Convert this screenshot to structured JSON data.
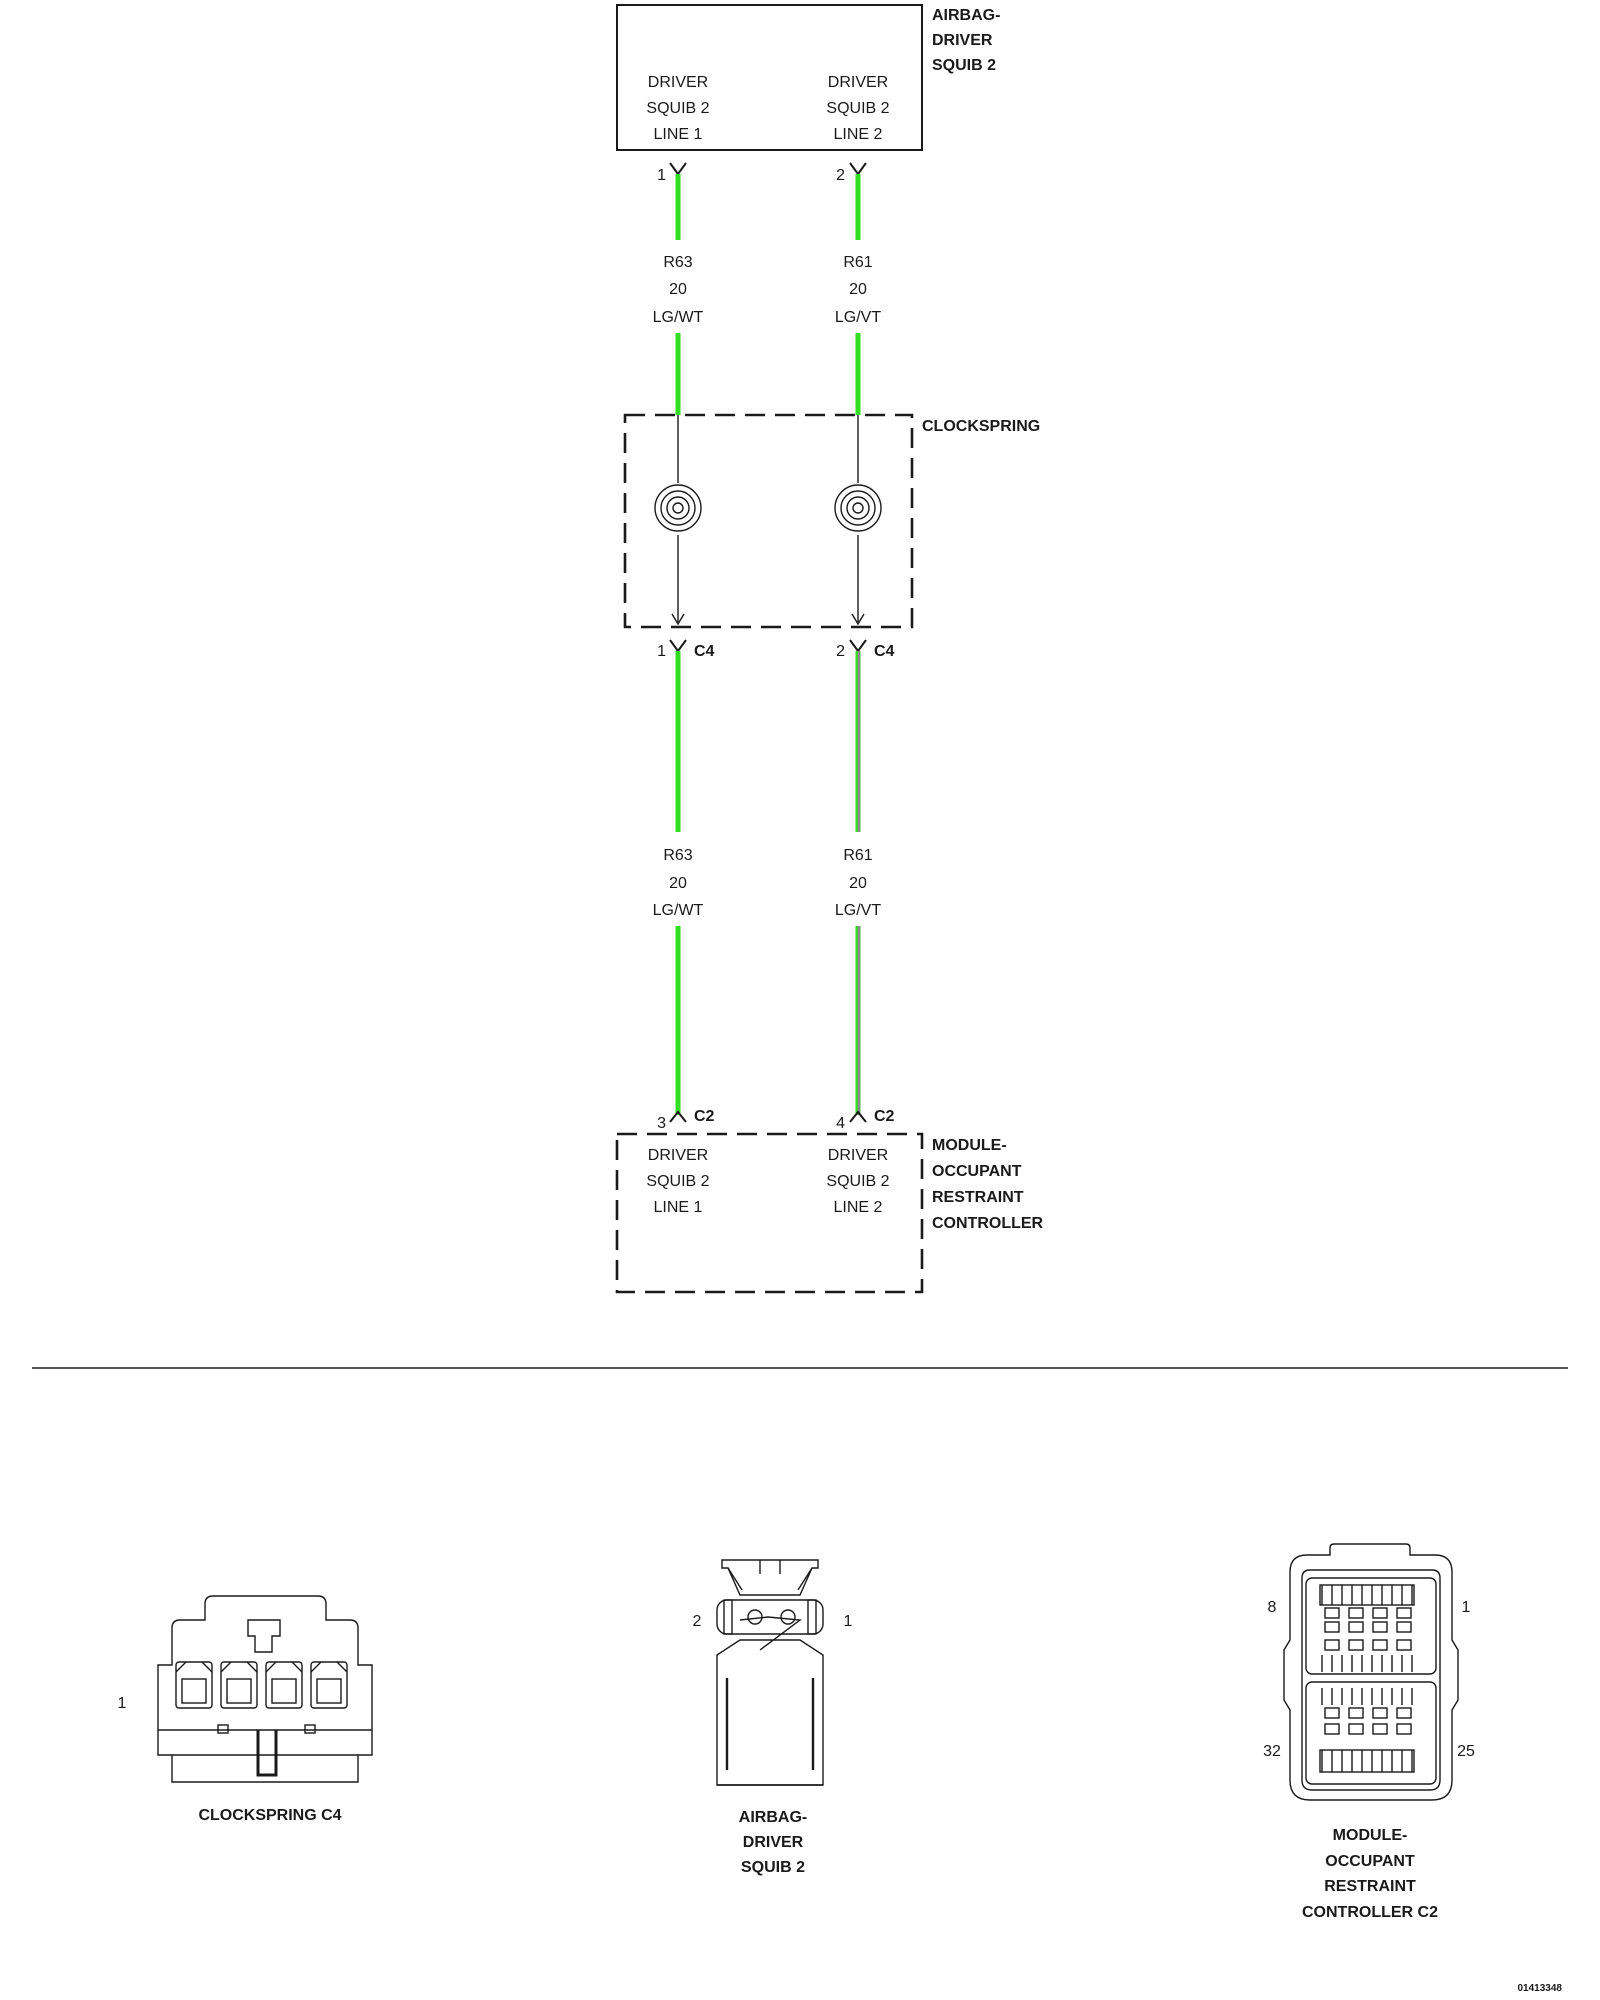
{
  "components": {
    "airbag": {
      "label": [
        "AIRBAG-",
        "DRIVER",
        "SQUIB 2"
      ],
      "pins": [
        {
          "pin": "1",
          "desc": [
            "DRIVER",
            "SQUIB 2",
            "LINE 1"
          ]
        },
        {
          "pin": "2",
          "desc": [
            "DRIVER",
            "SQUIB 2",
            "LINE 2"
          ]
        }
      ]
    },
    "clockspring": {
      "label": "CLOCKSPRING",
      "connector": "C4",
      "pins": [
        "1",
        "2"
      ]
    },
    "orc": {
      "label": [
        "MODULE-",
        "OCCUPANT",
        "RESTRAINT",
        "CONTROLLER"
      ],
      "connector": "C2",
      "pins": [
        {
          "pin": "3",
          "desc": [
            "DRIVER",
            "SQUIB 2",
            "LINE 1"
          ]
        },
        {
          "pin": "4",
          "desc": [
            "DRIVER",
            "SQUIB 2",
            "LINE 2"
          ]
        }
      ]
    }
  },
  "wires": {
    "upper": [
      {
        "circuit": "R63",
        "gauge": "20",
        "color": "LG/WT"
      },
      {
        "circuit": "R61",
        "gauge": "20",
        "color": "LG/VT"
      }
    ],
    "lower": [
      {
        "circuit": "R63",
        "gauge": "20",
        "color": "LG/WT"
      },
      {
        "circuit": "R61",
        "gauge": "20",
        "color": "LG/VT"
      }
    ]
  },
  "wire_colors": {
    "light_green": "#33dd22",
    "violet_trace": "#8a8a8a"
  },
  "connector_views": {
    "clockspring_c4": {
      "label": "CLOCKSPRING C4",
      "pin": "1"
    },
    "airbag": {
      "label": [
        "AIRBAG-",
        "DRIVER",
        "SQUIB 2"
      ],
      "pin_left": "2",
      "pin_right": "1"
    },
    "orc_c2": {
      "label": [
        "MODULE-",
        "OCCUPANT",
        "RESTRAINT",
        "CONTROLLER C2"
      ],
      "pin_tl": "8",
      "pin_tr": "1",
      "pin_bl": "32",
      "pin_br": "25"
    }
  },
  "figure_id": "01413348"
}
